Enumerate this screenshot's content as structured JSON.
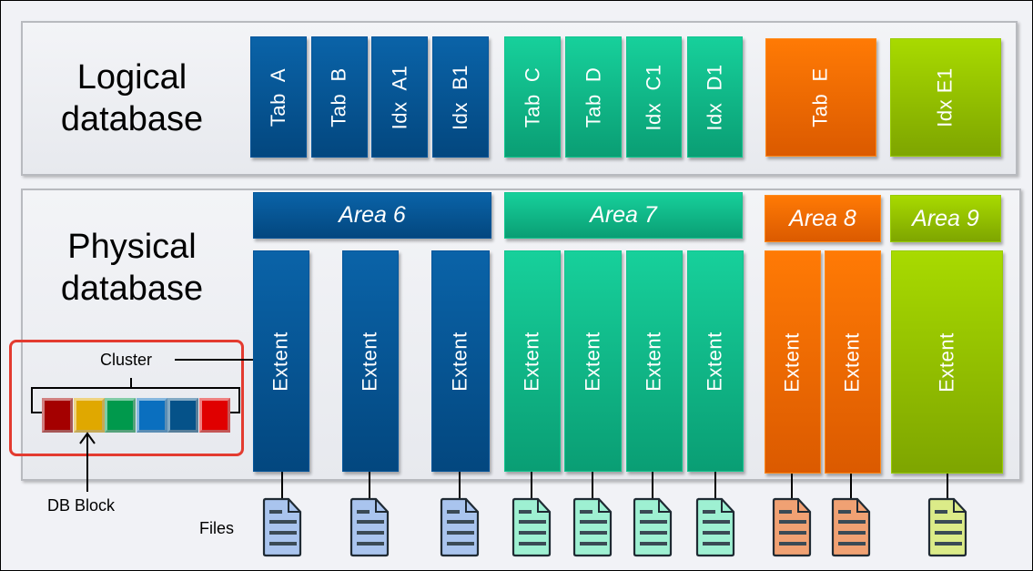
{
  "logical": {
    "title_line1": "Logical",
    "title_line2": "database",
    "objects": [
      {
        "label": "Tab  A",
        "group": "area6"
      },
      {
        "label": "Tab  B",
        "group": "area6"
      },
      {
        "label": "Idx  A1",
        "group": "area6"
      },
      {
        "label": "Idx  B1",
        "group": "area6"
      },
      {
        "label": "Tab  C",
        "group": "area7"
      },
      {
        "label": "Tab  D",
        "group": "area7"
      },
      {
        "label": "Idx  C1",
        "group": "area7"
      },
      {
        "label": "Idx  D1",
        "group": "area7"
      },
      {
        "label": "Tab  E",
        "group": "area8"
      },
      {
        "label": "Idx E1",
        "group": "area9"
      }
    ]
  },
  "physical": {
    "title_line1": "Physical",
    "title_line2": "database",
    "areas": [
      {
        "label": "Area 6",
        "color": "#0a63a8",
        "extents": [
          "Extent",
          "Extent",
          "Extent"
        ]
      },
      {
        "label": "Area 7",
        "color": "#17d09b",
        "extents": [
          "Extent",
          "Extent",
          "Extent",
          "Extent"
        ]
      },
      {
        "label": "Area 8",
        "color": "#ff7a05",
        "extents": [
          "Extent",
          "Extent"
        ]
      },
      {
        "label": "Area 9",
        "color": "#a8da00",
        "extents": [
          "Extent"
        ]
      }
    ]
  },
  "cluster": {
    "label": "Cluster",
    "block_label": "DB Block",
    "block_colors": [
      "#a40000",
      "#e0a800",
      "#00994c",
      "#0a6fbf",
      "#055289",
      "#e00000"
    ]
  },
  "files": {
    "label": "Files",
    "count": 10,
    "colors": [
      "#a9c4ee",
      "#a9c4ee",
      "#a9c4ee",
      "#9ef0d2",
      "#9ef0d2",
      "#9ef0d2",
      "#9ef0d2",
      "#f0a173",
      "#f0a173",
      "#dbeb88"
    ]
  }
}
